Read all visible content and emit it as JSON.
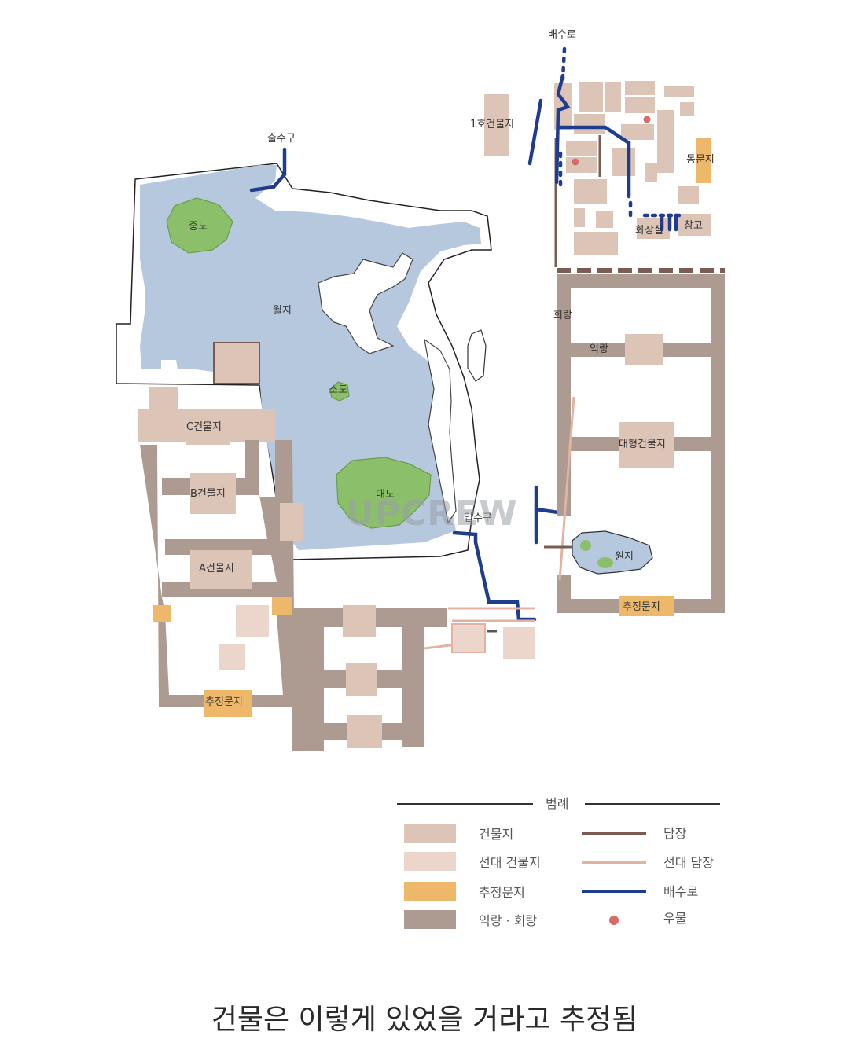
{
  "colors": {
    "pond": "#b6c8de",
    "island": "#8cbf6a",
    "building": "#dcc4b7",
    "prior_building": "#ecd5ca",
    "gate": "#edb86a",
    "corridor": "#ad9a90",
    "wall": "#7a5c52",
    "prior_wall": "#e2b3a3",
    "drain": "#1f3d8c",
    "well": "#d96a6a"
  },
  "labels": {
    "drain_top": "배수로",
    "outlet": "출수구",
    "building_1": "1호건물지",
    "east_gate": "동문지",
    "toilet": "화장실",
    "warehouse": "창고",
    "middle_island": "중도",
    "pond": "월지",
    "corridor": "회랑",
    "wing_corridor": "익랑",
    "small_island": "소도",
    "large_building": "대형건물지",
    "building_c": "C건물지",
    "building_b": "B건물지",
    "large_island": "대도",
    "inlet": "입수구",
    "small_pond": "원지",
    "building_a": "A건물지",
    "gate_east": "추정문지",
    "gate_west": "추정문지"
  },
  "watermark": "UPCREW",
  "legend": {
    "title": "범례",
    "items": [
      {
        "label": "건물지",
        "swatch": "building"
      },
      {
        "label": "선대 건물지",
        "swatch": "prior_building"
      },
      {
        "label": "추정문지",
        "swatch": "gate"
      },
      {
        "label": "익랑 · 회랑",
        "swatch": "corridor"
      },
      {
        "label": "담장",
        "swatch": "wall"
      },
      {
        "label": "선대 담장",
        "swatch": "prior_wall"
      },
      {
        "label": "배수로",
        "swatch": "drain"
      },
      {
        "label": "우물",
        "swatch": "well"
      }
    ]
  },
  "caption": "건물은 이렇게 있었을 거라고 추정됨"
}
